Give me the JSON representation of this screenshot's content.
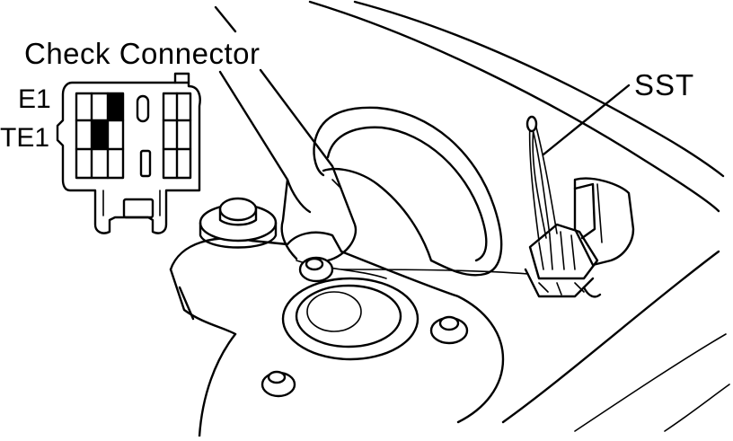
{
  "labels": {
    "title": "Check Connector",
    "e1": "E1",
    "te1": "TE1",
    "sst": "SST"
  },
  "connector": {
    "highlighted_terminals": [
      "E1",
      "TE1"
    ],
    "fill_color": "#000000"
  },
  "colors": {
    "line": "#000000",
    "background": "#ffffff"
  }
}
